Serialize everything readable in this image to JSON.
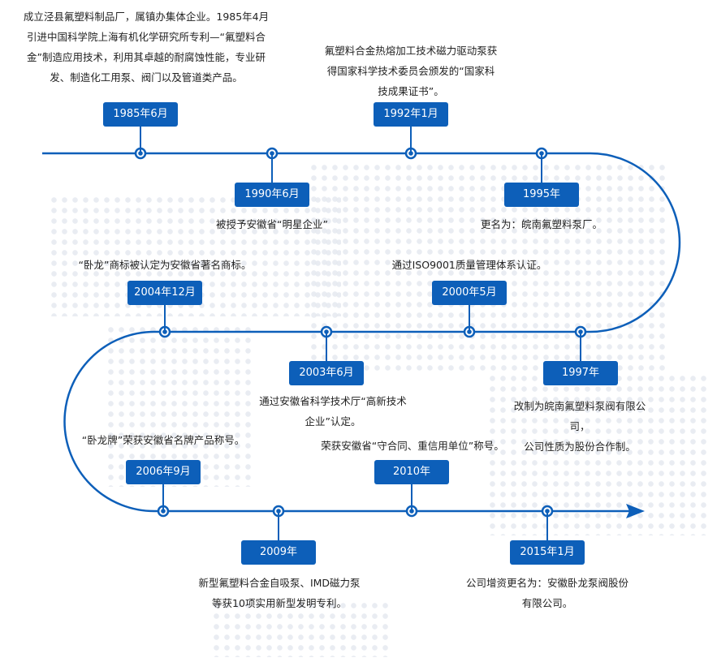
{
  "colors": {
    "accent": "#0d5fb9",
    "map": "#e6eaf0"
  },
  "events": [
    {
      "date": "1985年6月",
      "text": "成立泾县氟塑料制品厂，属镇办集体企业。1985年4月\n引进中国科学院上海有机化学研究所专利—“氟塑料合\n金”制造应用技术，利用其卓越的耐腐蚀性能，专业研\n发、制造化工用泵、阀门以及管道类产品。"
    },
    {
      "date": "1990年6月",
      "text": "被授予安徽省“明星企业”"
    },
    {
      "date": "1992年1月",
      "text": "氟塑料合金热熔加工技术磁力驱动泵获\n得国家科学技术委员会颁发的“国家科\n技成果证书”。"
    },
    {
      "date": "1995年",
      "text": "更名为：皖南氟塑料泵厂。"
    },
    {
      "date": "2004年12月",
      "text": "“卧龙”商标被认定为安徽省著名商标。"
    },
    {
      "date": "2003年6月",
      "text": "通过安徽省科学技术厅“高新技术\n企业”认定。"
    },
    {
      "date": "2000年5月",
      "text": "通过ISO9001质量管理体系认证。"
    },
    {
      "date": "1997年",
      "text": "改制为皖南氟塑料泵阀有限公司，\n公司性质为股份合作制。"
    },
    {
      "date": "2006年9月",
      "text": "“卧龙牌”荣获安徽省名牌产品称号。"
    },
    {
      "date": "2009年",
      "text": "新型氟塑料合金自吸泵、IMD磁力泵\n等获10项实用新型发明专利。"
    },
    {
      "date": "2010年",
      "text": "荣获安徽省“守合同、重信用单位”称号。"
    },
    {
      "date": "2015年1月",
      "text": "公司增资更名为：安徽卧龙泵阀股份有限公司。"
    }
  ]
}
